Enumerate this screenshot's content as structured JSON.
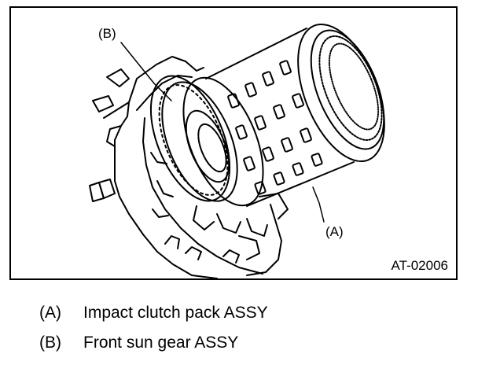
{
  "figure": {
    "callouts": {
      "a": "(A)",
      "b": "(B)"
    },
    "figure_id": "AT-02006"
  },
  "legend": [
    {
      "key": "(A)",
      "text": "Impact clutch pack ASSY"
    },
    {
      "key": "(B)",
      "text": "Front sun gear ASSY"
    }
  ]
}
